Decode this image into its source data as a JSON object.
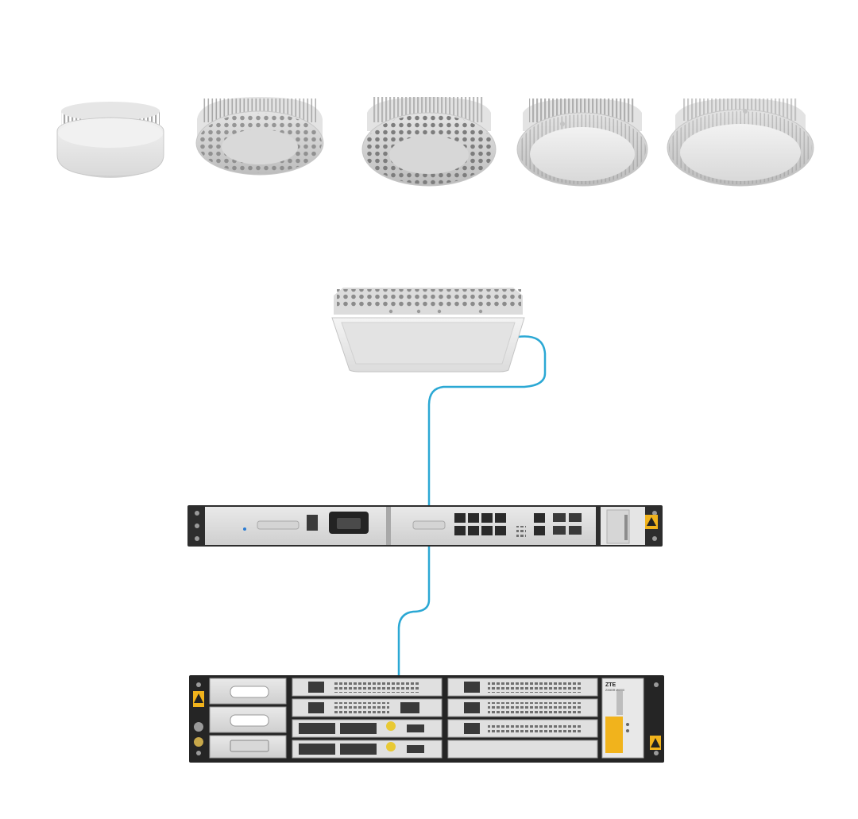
{
  "rack_unit_brand": "ZTE",
  "rack_unit_model": "ZXMSR M6000",
  "cable_color": "#2ba8d4",
  "products": {
    "small_cells_row": [
      "small-cell-1",
      "small-cell-2",
      "small-cell-3",
      "small-cell-4",
      "small-cell-5"
    ],
    "hub_unit": "square-small-cell",
    "middle_device": "1u-switch",
    "bottom_device": "2u-router-chassis"
  }
}
